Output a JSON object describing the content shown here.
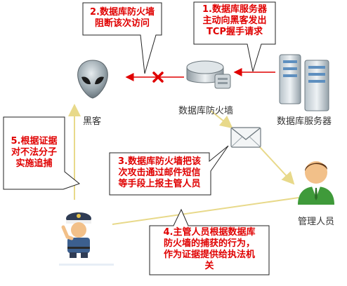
{
  "callouts": {
    "step1": "1.数据库服务器\n主动向黑客发出\nTCP握手请求",
    "step2": "2.数据库防火墙\n阻断该次访问",
    "step3": "3.数据库防火墙把该\n次攻击通过邮件短信\n等手段上报主管人员",
    "step4": "4.主管人员根据数据库\n防火墙的捕获的行为，\n作为证据提供给执法机\n关",
    "step5": "5.根据证据\n对不法分子\n实施追捕"
  },
  "labels": {
    "hacker": "黑客",
    "firewall": "数据库防火墙",
    "server": "数据库服务器",
    "manager": "管理人员"
  },
  "colors": {
    "callout_text": "#e00000",
    "arrow": "#e00000",
    "line": "#e8d98a",
    "block_mark": "#e00000"
  },
  "icons": {
    "hacker": "alien-head-icon",
    "firewall": "database-firewall-icon",
    "server": "server-rack-icon",
    "mail": "envelope-icon",
    "manager": "person-icon",
    "police": "police-officer-icon",
    "block": "x-mark-icon"
  }
}
